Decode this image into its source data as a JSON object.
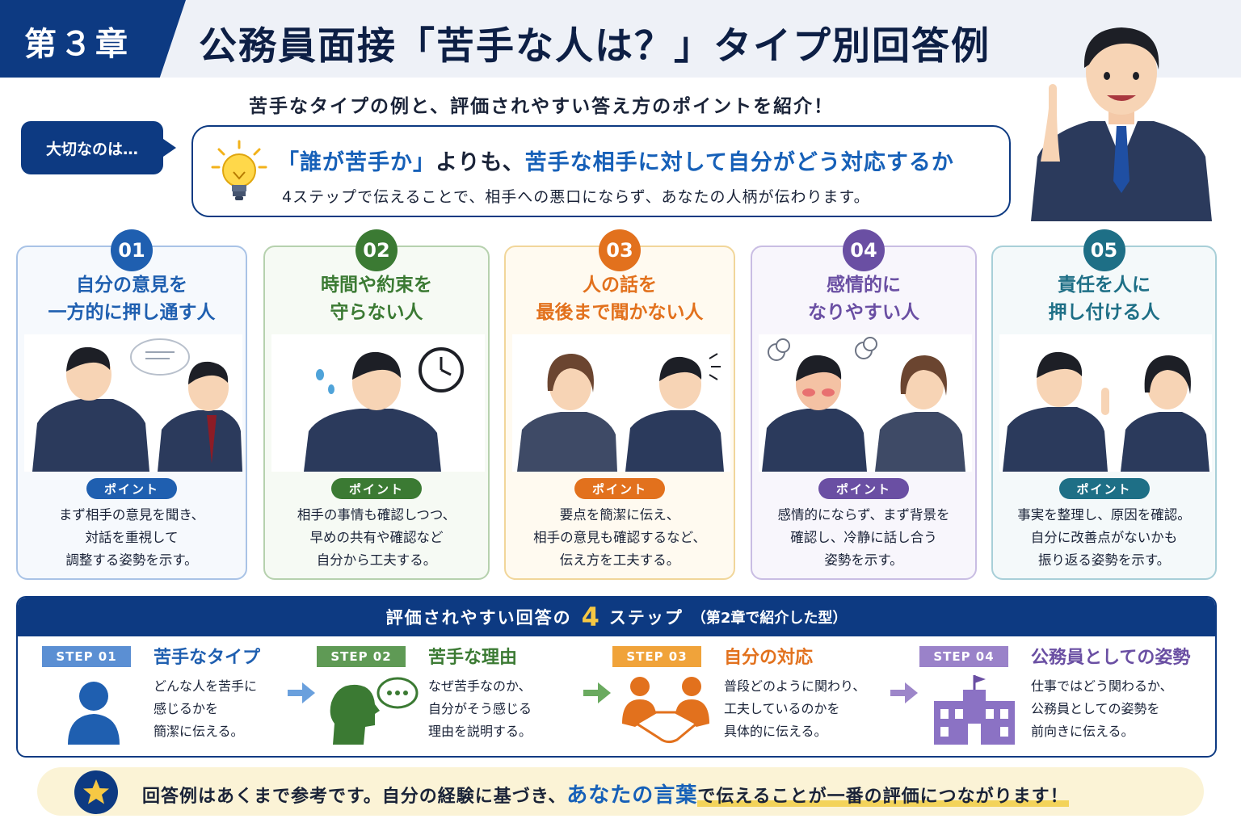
{
  "header": {
    "chapter": "第３章",
    "title": "公務員面接「苦手な人は？」タイプ別回答例",
    "subtitle": "苦手なタイプの例と、評価されやすい答え方のポイントを紹介！"
  },
  "key_message": {
    "label": "大切なのは…",
    "main_hl1": "「誰が苦手か」",
    "main_mid": "よりも、",
    "main_hl2": "苦手な相手に対して自分がどう対応するか",
    "sub": "4ステップで伝えることで、相手への悪口にならず、あなたの人柄が伝わります。"
  },
  "point_label": "ポイント",
  "types": [
    {
      "num": "01",
      "title1": "自分の意見を",
      "title2": "一方的に押し通す人",
      "desc1": "まず相手の意見を聞き、",
      "desc2": "対話を重視して",
      "desc3": "調整する姿勢を示す。",
      "color": "#1f5fb0"
    },
    {
      "num": "02",
      "title1": "時間や約束を",
      "title2": "守らない人",
      "desc1": "相手の事情も確認しつつ、",
      "desc2": "早めの共有や確認など",
      "desc3": "自分から工夫する。",
      "color": "#3b7a33"
    },
    {
      "num": "03",
      "title1": "人の話を",
      "title2": "最後まで聞かない人",
      "desc1": "要点を簡潔に伝え、",
      "desc2": "相手の意見も確認するなど、",
      "desc3": "伝え方を工夫する。",
      "color": "#e2711d"
    },
    {
      "num": "04",
      "title1": "感情的に",
      "title2": "なりやすい人",
      "desc1": "感情的にならず、まず背景を",
      "desc2": "確認し、冷静に話し合う",
      "desc3": "姿勢を示す。",
      "color": "#6a4fa3"
    },
    {
      "num": "05",
      "title1": "責任を人に",
      "title2": "押し付ける人",
      "desc1": "事実を整理し、原因を確認。",
      "desc2": "自分に改善点がないかも",
      "desc3": "振り返る姿勢を示す。",
      "color": "#1e6f86"
    }
  ],
  "steps": {
    "head_pre": "評価されやすい回答の",
    "head_num": "4",
    "head_post": "ステップ",
    "head_note": "（第2章で紹介した型）",
    "items": [
      {
        "tag": "STEP 01",
        "title": "苦手なタイプ",
        "desc1": "どんな人を苦手に",
        "desc2": "感じるかを",
        "desc3": "簡潔に伝える。",
        "color": "#1f5fb0"
      },
      {
        "tag": "STEP 02",
        "title": "苦手な理由",
        "desc1": "なぜ苦手なのか、",
        "desc2": "自分がそう感じる",
        "desc3": "理由を説明する。",
        "color": "#3b7a33"
      },
      {
        "tag": "STEP 03",
        "title": "自分の対応",
        "desc1": "普段どのように関わり、",
        "desc2": "工夫しているのかを",
        "desc3": "具体的に伝える。",
        "color": "#e2711d"
      },
      {
        "tag": "STEP 04",
        "title": "公務員としての姿勢",
        "desc1": "仕事ではどう関わるか、",
        "desc2": "公務員としての姿勢を",
        "desc3": "前向きに伝える。",
        "color": "#6a4fa3"
      }
    ]
  },
  "footer": {
    "pre": "回答例はあくまで参考です。自分の経験に基づき、",
    "hl": "あなたの言葉",
    "post": "で伝えることが一番の評価につながります！"
  },
  "colors": {
    "navy": "#0d3a82",
    "accent_blue": "#1660b8",
    "gold": "#f6c844"
  }
}
